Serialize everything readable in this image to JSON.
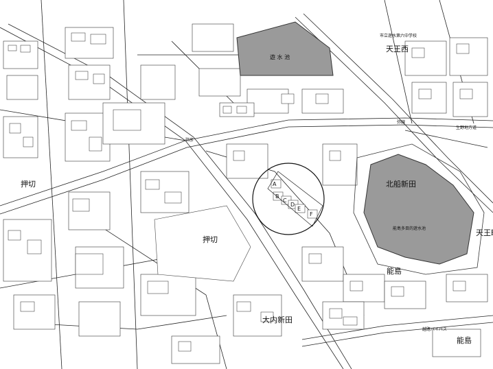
{
  "labels": {
    "pond_top": "遊 水 池",
    "school": "市立遊水第六中学校",
    "tenma_nishi": "天王西",
    "kitafuna_shinden": "北船新田",
    "pond_right": "能島多目的遊水池",
    "tenma_right": "天王町",
    "nojima_mid": "能島",
    "nojima_bottom": "能島",
    "oshikiri_left": "押切",
    "oshikiri_center": "押切",
    "ouchi_shinden": "大内新田",
    "bypass": "越路バイパス",
    "railway": "弥彦",
    "station_top": "生野地方道",
    "rail_name": "弥線"
  },
  "markers": {
    "A": "A",
    "B": "B",
    "C": "C",
    "D": "D",
    "E": "E",
    "F": "F"
  },
  "colors": {
    "pond_fill": "#9a9a9a",
    "line": "#222222",
    "background": "#ffffff"
  }
}
